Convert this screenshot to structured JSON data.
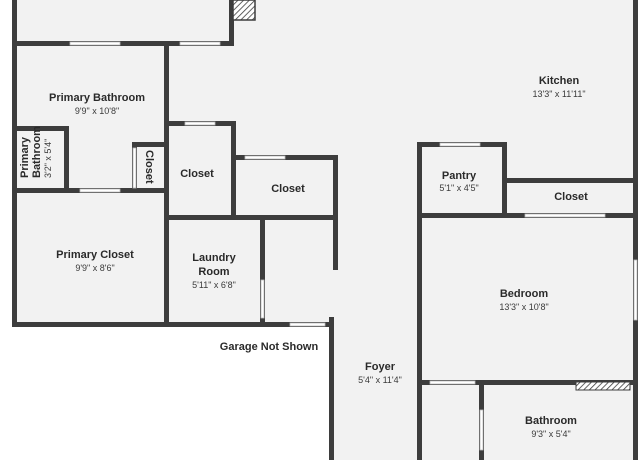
{
  "plan": {
    "note": "Garage Not Shown",
    "top_fragment": "",
    "rooms": [
      {
        "id": "kitchen",
        "name": "Kitchen",
        "dim": "13'3\" x 11'11\""
      },
      {
        "id": "primary-bathroom",
        "name": "Primary Bathroom",
        "dim": "9'9\" x 10'8\""
      },
      {
        "id": "primary-bathroom-small",
        "name": "Primary Bathroom",
        "name_lines": [
          "Primary",
          "Bathroom"
        ],
        "dim": "3'2\" x 5'4\""
      },
      {
        "id": "closet-a",
        "name": "Closet"
      },
      {
        "id": "closet-b",
        "name": "Closet"
      },
      {
        "id": "closet-c",
        "name": "Closet"
      },
      {
        "id": "closet-d",
        "name": "Closet"
      },
      {
        "id": "pantry",
        "name": "Pantry",
        "dim": "5'1\" x 4'5\""
      },
      {
        "id": "primary-closet",
        "name": "Primary Closet",
        "dim": "9'9\" x 8'6\""
      },
      {
        "id": "laundry-room",
        "name": "Laundry Room",
        "name_lines": [
          "Laundry",
          "Room"
        ],
        "dim": "5'11\" x 6'8\""
      },
      {
        "id": "bedroom",
        "name": "Bedroom",
        "dim": "13'3\" x 10'8\""
      },
      {
        "id": "foyer",
        "name": "Foyer",
        "dim": "5'4\" x 11'4\""
      },
      {
        "id": "bathroom",
        "name": "Bathroom",
        "dim": "9'3\" x 5'4\""
      }
    ]
  },
  "colors": {
    "wall": "#3d3d3d",
    "floor": "#f2f2f2",
    "background": "#ffffff"
  }
}
